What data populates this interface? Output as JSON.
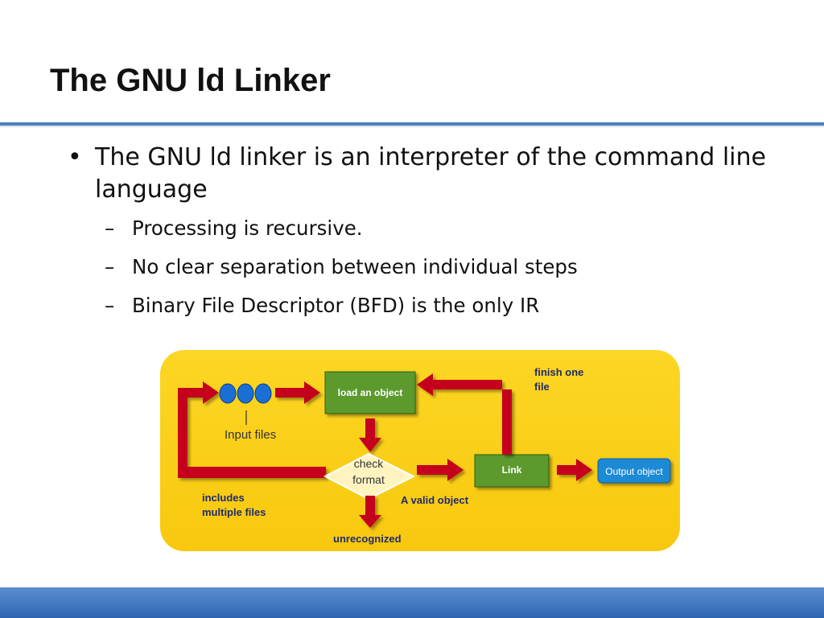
{
  "slide": {
    "title": "The GNU ld Linker",
    "bullets": [
      {
        "marker": "•",
        "text": "The GNU ld linker is an interpreter of the command line language",
        "sub": [
          {
            "marker": "–",
            "text": "Processing is recursive."
          },
          {
            "marker": "–",
            "text": "No clear separation between individual steps"
          },
          {
            "marker": "–",
            "text": "Binary File Descriptor (BFD) is the only IR"
          }
        ]
      }
    ]
  },
  "diagram": {
    "background_color": "#fcd21c",
    "arrow_color": "#c4001a",
    "box_green": "#5c9a2e",
    "box_blue": "#1a8ad4",
    "nodes": {
      "load": "load an object",
      "check_line1": "check",
      "check_line2": "format",
      "link": "Link",
      "output": "Output object"
    },
    "labels": {
      "input_files": "Input files",
      "finish_line1": "finish one",
      "finish_line2": "file",
      "includes_line1": "includes",
      "includes_line2": "multiple files",
      "valid": "A valid object",
      "unrecognized": "unrecognized"
    }
  }
}
